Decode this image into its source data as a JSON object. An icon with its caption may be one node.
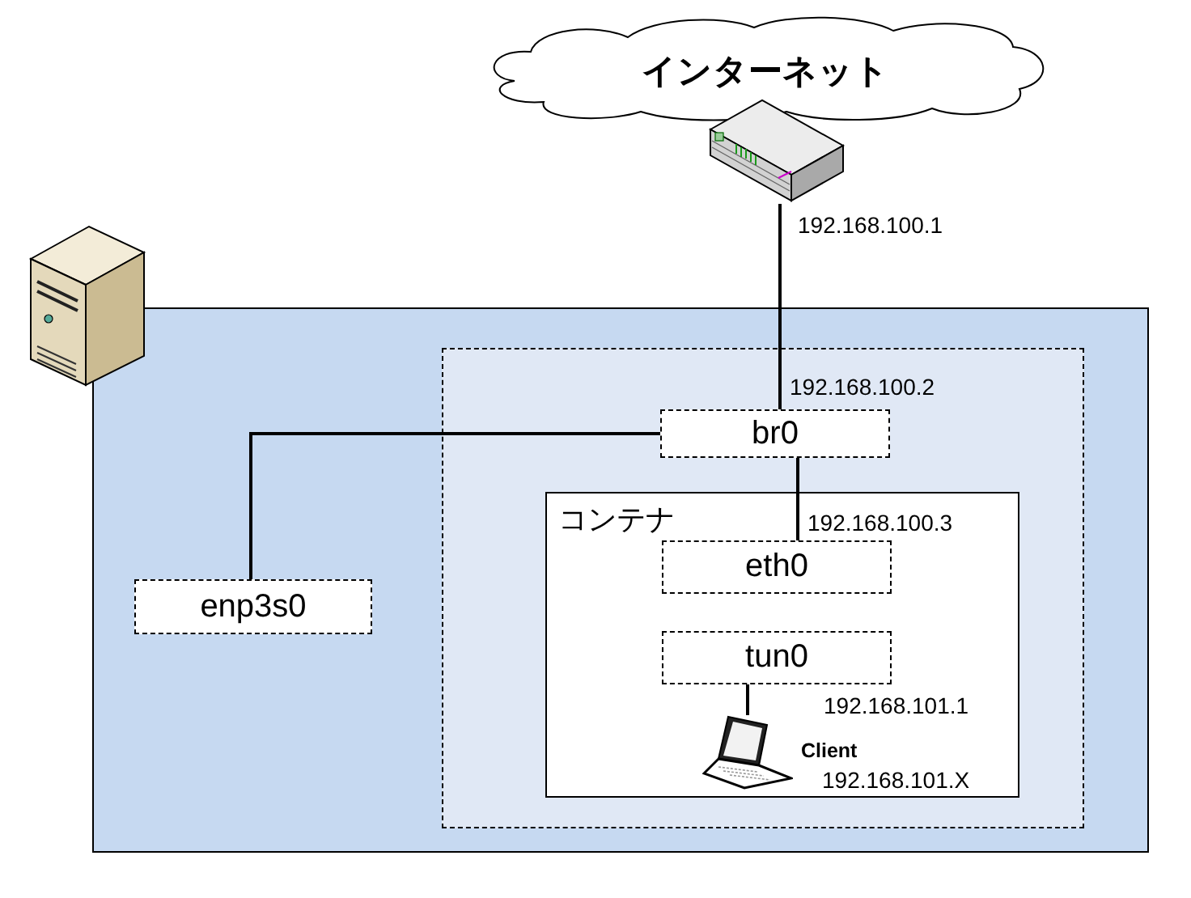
{
  "diagram": {
    "nodes": [
      {
        "text": [
          "インターネット"
        ]
      },
      {
        "text": [],
        "shape": "picture",
        "beside": [
          "192.168.100.1"
        ]
      },
      {
        "text": [],
        "shape": "box"
      },
      {
        "text": [],
        "shape": "box",
        "in": 2
      },
      {
        "text": [
          "br0"
        ],
        "in": 3,
        "beside": [
          "192.168.100.2"
        ]
      },
      {
        "text": [
          "コンテナ"
        ],
        "in": 3
      },
      {
        "text": [
          "eth0"
        ],
        "in": 5,
        "beside": [
          "192.168.100.3"
        ]
      },
      {
        "text": [
          "tun0"
        ],
        "in": 5,
        "beside": [
          "192.168.101.1"
        ]
      },
      {
        "text": [],
        "shape": "picture",
        "in": 5,
        "beside": [
          "Client",
          "192.168.101.X"
        ]
      },
      {
        "text": [
          "enp3s0"
        ],
        "in": 2
      }
    ],
    "edges": [
      {
        "from": 1,
        "to": 4,
        "arrow": "none"
      },
      {
        "from": 4,
        "to": 9,
        "arrow": "none"
      },
      {
        "from": 4,
        "to": 6,
        "arrow": "none"
      },
      {
        "from": 7,
        "to": 8,
        "arrow": "none"
      }
    ]
  }
}
